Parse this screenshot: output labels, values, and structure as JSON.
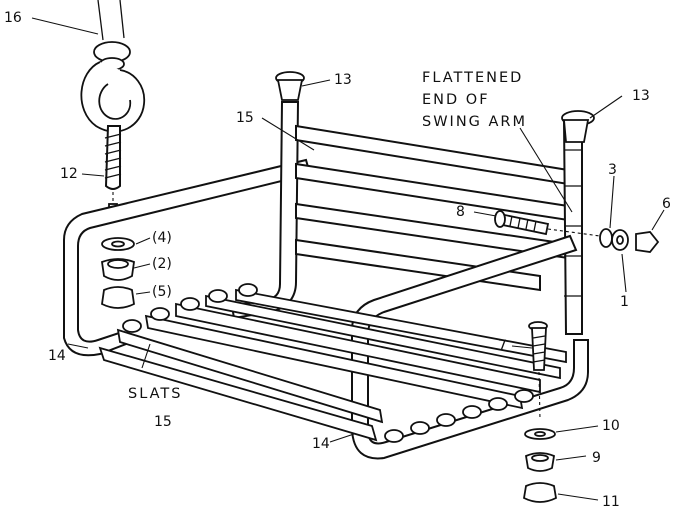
{
  "callouts": {
    "n16": "16",
    "n12": "12",
    "n13a": "13",
    "n13b": "13",
    "n15a": "15",
    "n15b": "15",
    "n8": "8",
    "n3": "3",
    "n6": "6",
    "n1": "1",
    "n4": "(4)",
    "n2": "(2)",
    "n5": "(5)",
    "n7": "7",
    "n14a": "14",
    "n14b": "14",
    "n10": "10",
    "n9": "9",
    "n11": "11"
  },
  "captions": {
    "flattened_line1": "FLATTENED",
    "flattened_line2": "END OF",
    "flattened_line3": "SWING ARM",
    "slats": "SLATS"
  }
}
